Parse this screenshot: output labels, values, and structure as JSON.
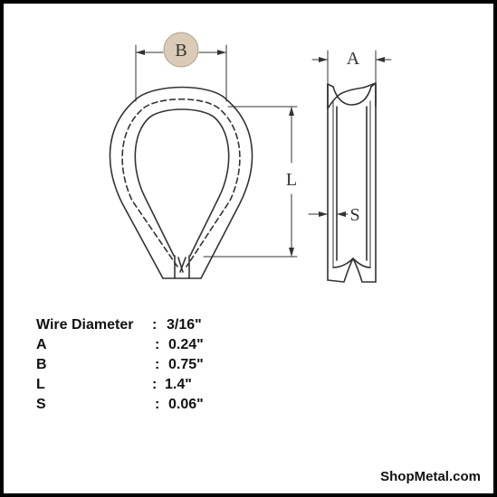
{
  "diagram": {
    "labels": {
      "b": "B",
      "l": "L",
      "a": "A",
      "s": "S"
    },
    "colors": {
      "line": "#333333",
      "circle": "#d9cbb8"
    }
  },
  "specs": [
    {
      "key": "Wire Diameter",
      "sep": ":",
      "value": "3/16\""
    },
    {
      "key": "A",
      "sep": ":",
      "value": "0.24\""
    },
    {
      "key": "B",
      "sep": ":",
      "value": "0.75\""
    },
    {
      "key": "L",
      "sep": ":",
      "value": "1.4\""
    },
    {
      "key": "S",
      "sep": ":",
      "value": "0.06\""
    }
  ],
  "brand": "ShopMetal.com"
}
